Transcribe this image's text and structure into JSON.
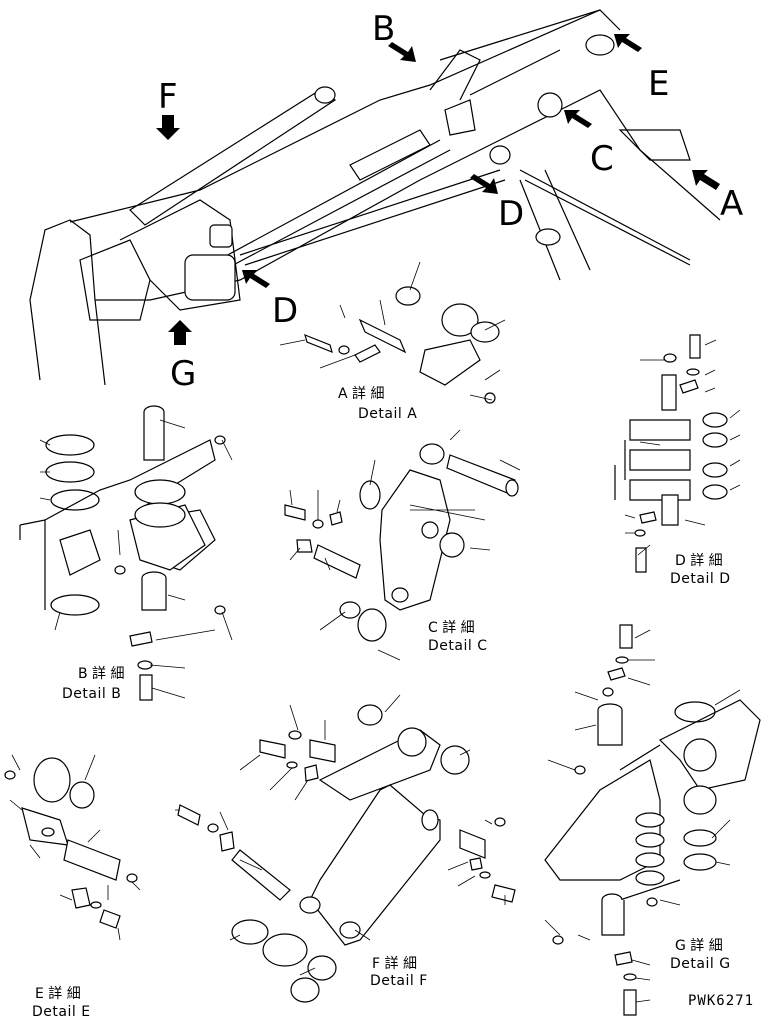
{
  "view_letters": {
    "B": "B",
    "E": "E",
    "A": "A",
    "C": "C",
    "D_top": "D",
    "F": "F",
    "D_left": "D",
    "G": "G"
  },
  "details": {
    "A": {
      "jp": "A 詳 細",
      "en": "Detail A"
    },
    "B": {
      "jp": "B 詳 細",
      "en": "Detail B"
    },
    "C": {
      "jp": "C 詳 細",
      "en": "Detail C"
    },
    "D": {
      "jp": "D 詳 細",
      "en": "Detail D"
    },
    "E": {
      "jp": "E 詳 細",
      "en": "Detail E"
    },
    "F": {
      "jp": "F 詳 細",
      "en": "Detail F"
    },
    "G": {
      "jp": "G 詳 細",
      "en": "Detail G"
    }
  },
  "drawing_code": "PWK6271",
  "colors": {
    "line": "#000000",
    "background": "#ffffff"
  }
}
